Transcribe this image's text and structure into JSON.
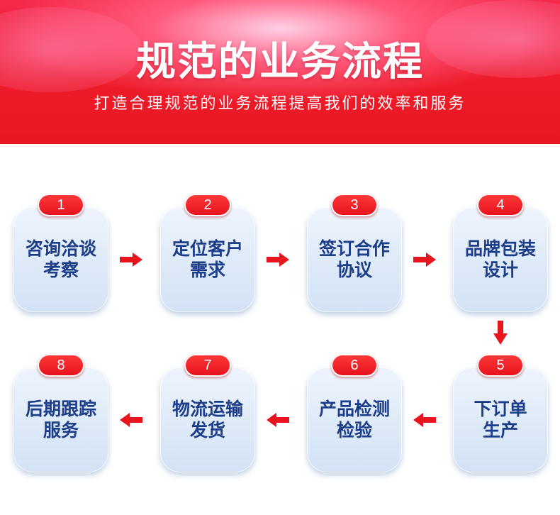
{
  "header": {
    "title": "规范的业务流程",
    "subtitle": "打造合理规范的业务流程提高我们的效率和服务"
  },
  "steps": [
    {
      "num": "1",
      "label": "咨询洽谈 考察"
    },
    {
      "num": "2",
      "label": "定位客户 需求"
    },
    {
      "num": "3",
      "label": "签订合作 协议"
    },
    {
      "num": "4",
      "label": "品牌包装 设计"
    },
    {
      "num": "5",
      "label": "下订单 生产"
    },
    {
      "num": "6",
      "label": "产品检测 检验"
    },
    {
      "num": "7",
      "label": "物流运输 发货"
    },
    {
      "num": "8",
      "label": "后期跟踪 服务"
    }
  ],
  "colors": {
    "accent": "#e5101c",
    "card_text": "#1b3d8a",
    "banner": "#ee1c2b"
  }
}
